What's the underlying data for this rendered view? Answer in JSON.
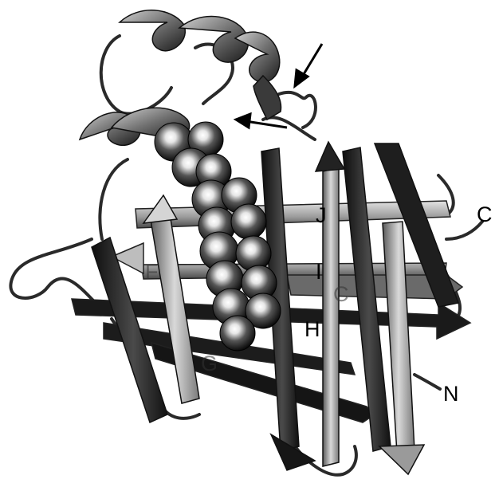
{
  "figure": {
    "labels": {
      "c_terminus": "C",
      "n_terminus": "N",
      "strand_j": "J",
      "strand_i": "I",
      "strand_h": "H",
      "strand_g": "G",
      "strand_f": "F",
      "strand_c": "C"
    },
    "colors": {
      "ribbon_dark": "#1a1a1a",
      "ribbon_mid": "#6e6e6e",
      "ribbon_light": "#c4c4c4",
      "sphere_dark": "#222222",
      "sphere_highlight": "#f4f4f4",
      "background": "#ffffff"
    }
  }
}
